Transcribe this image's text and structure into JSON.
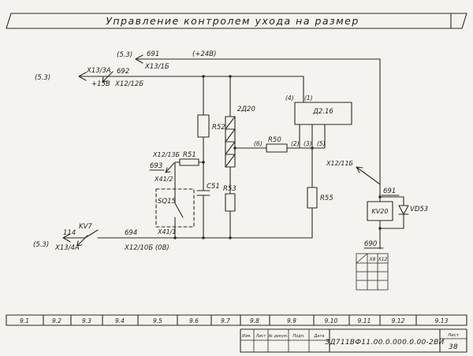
{
  "title": "Управление контролем ухода на размер",
  "schematic": {
    "refs": {
      "top": "(5.3)",
      "mid": "(5.3)",
      "bottom": "(5.3)"
    },
    "nets": {
      "n24": {
        "wire": "691",
        "connector": "X13/1Б",
        "voltage": "(+24В)"
      },
      "n15": {
        "connector": "X13/3A",
        "wire": "692",
        "voltage": "+15В",
        "connector2": "X12/12Б"
      },
      "n0": {
        "wire_in": "114",
        "connector": "X13/4A",
        "wire": "694",
        "connector2": "X12/10Б (0В)"
      }
    },
    "components": {
      "r52": "R52",
      "dd20": "2Д20",
      "d216": "Д2.16",
      "r50": "R50",
      "r51": "R51",
      "c51": "C51",
      "r53": "R53",
      "r55": "R55",
      "sq15": "SQ15",
      "kv7": "KV7",
      "kv20": "KV20",
      "vd53": "VD53"
    },
    "pins": {
      "p4": "(4)",
      "p1": "(1)",
      "p6": "(6)",
      "p2": "(2)",
      "p3": "(3)",
      "p5": "(5)"
    },
    "connectors": {
      "x12_13b": "X12/13Б",
      "w693": "693",
      "x41_2": "X41/2",
      "x41_1": "X41/1",
      "x12_11b": "X12/11Б",
      "w691": "691",
      "w690": "690"
    },
    "contact_table": {
      "col1": "X8",
      "col2": "Х12"
    }
  },
  "zones": [
    "9.1",
    "9.2",
    "9.3",
    "9.4",
    "9.5",
    "9.6",
    "9.7",
    "9.8",
    "9.9",
    "9.10",
    "9.11",
    "9.12",
    "9.13"
  ],
  "titleblock": {
    "headers": {
      "izm": "Изм.",
      "list": "Лист",
      "ndoc": "№ докум.",
      "podp": "Подп.",
      "data": "Дата"
    },
    "doc_number": "ЗД711ВФ11.00.0.000.0.00-2ВИ",
    "sheet_label": "Лист",
    "sheet_number": "38"
  }
}
